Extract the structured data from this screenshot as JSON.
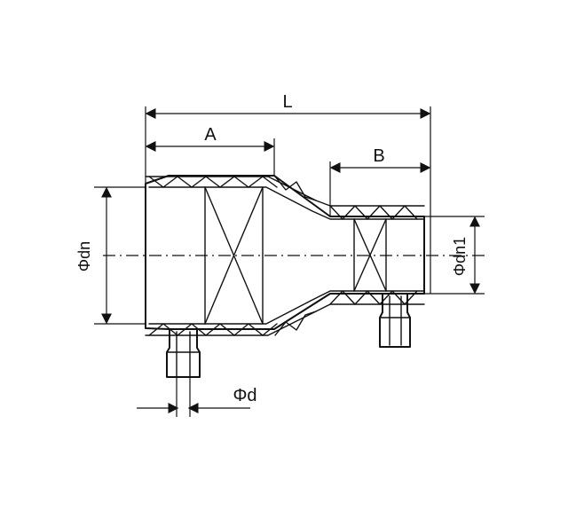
{
  "labels": {
    "L": "L",
    "A": "A",
    "B": "B",
    "dn": "Φdn",
    "dn1": "Φdn1",
    "d": "Φd"
  }
}
